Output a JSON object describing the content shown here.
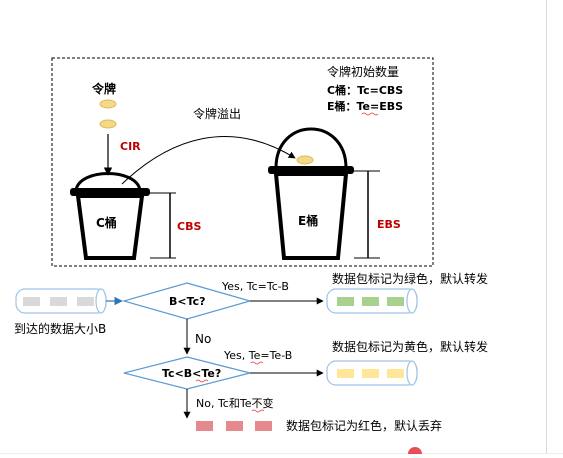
{
  "tokens_label": "令牌",
  "cir_label": "CIR",
  "overflow_label": "令牌溢出",
  "initial_title": "令牌初始数量",
  "c_initial": "C桶：Tc=CBS",
  "e_initial": "E桶：Te=EBS",
  "c_bucket_label": "C桶",
  "e_bucket_label": "E桶",
  "cbs_label": "CBS",
  "ebs_label": "EBS",
  "packet_size_label": "到达的数据大小B",
  "decision1": "B<Tc?",
  "yes1": "Yes, Tc=Tc-B",
  "green_result": "数据包标记为绿色，默认转发",
  "no1": "No",
  "decision2": "Tc<B<Te?",
  "yes2": "Yes, Te=Te-B",
  "yellow_result": "数据包标记为黄色，默认转发",
  "no2": "No, Tc和Te不变",
  "red_result": "数据包标记为红色，默认丢弃",
  "colors": {
    "line": "#000000",
    "accent_red": "#c00000",
    "token_fill": "#f5d98b",
    "token_stroke": "#e0b84e",
    "packet_grey": "#d9d9d9",
    "packet_green": "#a9d18e",
    "packet_yellow": "#ffe699",
    "packet_red": "#e48a8f",
    "pipe_stroke": "#9dc3e6",
    "diamond_stroke": "#5b9bd5"
  }
}
